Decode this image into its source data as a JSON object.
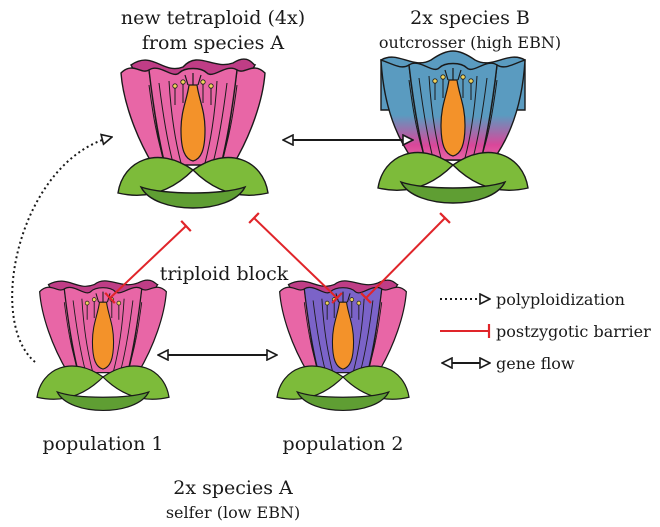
{
  "labels": {
    "tetraploid_line1": "new tetraploid (4x)",
    "tetraploid_line2": "from species A",
    "speciesB_line1": "2x species B",
    "speciesB_line2": "outcrosser (high EBN)",
    "triploid_block": "triploid block",
    "population1": "population 1",
    "population2": "population 2",
    "speciesA_line1": "2x species A",
    "speciesA_line2": "selfer (low EBN)"
  },
  "legend": {
    "polyploidization": "polyploidization",
    "postzygotic_barrier": "postzygotic barrier",
    "gene_flow": "gene flow"
  },
  "colors": {
    "leaf": "#7dbb3a",
    "calyx": "#5f9e33",
    "petal_pink": "#e866a6",
    "petal_dark": "#bf3d86",
    "pistil": "#f3922a",
    "blue": "#5a9bc0",
    "purple": "#7b63c8",
    "barrier": "#e0252a",
    "outline": "#1a1a1a"
  }
}
